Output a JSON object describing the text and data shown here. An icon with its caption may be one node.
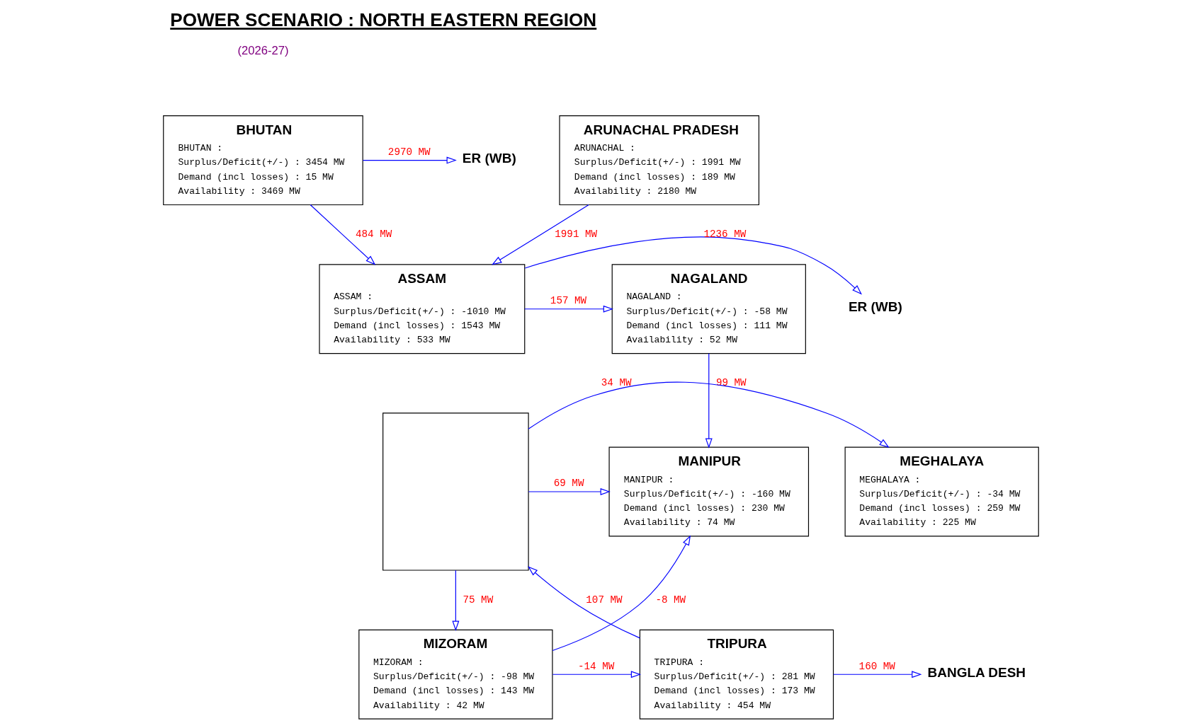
{
  "diagram": {
    "title": "POWER SCENARIO : NORTH EASTERN REGION",
    "nodes": [
      {
        "text": [
          "BHUTAN",
          "BHUTAN :",
          "Surplus/Deficit(+/-) : 3454 MW",
          "Demand (incl losses) : 15 MW",
          "Availability : 3469 MW"
        ]
      },
      {
        "text": [
          "ARUNACHAL PRADESH",
          "ARUNACHAL :",
          "Surplus/Deficit(+/-) : 1991 MW",
          "Demand (incl losses) : 189 MW",
          "Availability : 2180 MW"
        ]
      },
      {
        "text": [
          "ER (WB)"
        ]
      },
      {
        "text": [
          "ER (WB)"
        ]
      },
      {
        "text": [
          "ASSAM",
          "ASSAM :",
          "Surplus/Deficit(+/-) : -1010 MW",
          "Demand (incl losses) : 1543 MW",
          "Availability : 533 MW"
        ]
      },
      {
        "text": [
          "NAGALAND",
          "NAGALAND :",
          "Surplus/Deficit(+/-) : -58 MW",
          "Demand (incl losses) : 111 MW",
          "Availability : 52 MW"
        ]
      },
      {
        "text": [],
        "shape": "box"
      },
      {
        "text": [
          "MEGHALAYA",
          "MEGHALAYA :",
          "Surplus/Deficit(+/-) : -34 MW",
          "Demand (incl losses) : 259 MW",
          "Availability : 225 MW"
        ]
      },
      {
        "text": [
          "MANIPUR",
          "MANIPUR :",
          "Surplus/Deficit(+/-) : -160 MW",
          "Demand (incl losses) : 230 MW",
          "Availability : 74 MW"
        ]
      },
      {
        "text": [
          "BANGLA DESH"
        ]
      },
      {
        "text": [
          "TRIPURA",
          "TRIPURA :",
          "Surplus/Deficit(+/-) : 281 MW",
          "Demand (incl losses) : 173 MW",
          "Availability : 454 MW"
        ]
      },
      {
        "text": [
          "MIZORAM",
          "MIZORAM :",
          "Surplus/Deficit(+/-) : -98 MW",
          "Demand (incl losses) : 143 MW",
          "Availability : 42 MW"
        ]
      }
    ],
    "edges": [
      {
        "from": 0,
        "to": 2,
        "arrow": "to",
        "label": "2970 MW"
      },
      {
        "from": 0,
        "to": 4,
        "arrow": "to",
        "label": "484 MW"
      },
      {
        "from": 1,
        "to": 4,
        "arrow": "to",
        "label": "1991 MW"
      },
      {
        "from": 4,
        "to": 3,
        "arrow": "to",
        "label": "1236 MW"
      },
      {
        "from": 4,
        "to": 5,
        "arrow": "to",
        "label": "157 MW"
      },
      {
        "from": 5,
        "to": 8,
        "arrow": "to",
        "label": "99 MW"
      },
      {
        "from": 6,
        "to": 7,
        "arrow": "to",
        "label": "34 MW"
      },
      {
        "from": 6,
        "to": 8,
        "arrow": "to",
        "label": "69 MW"
      },
      {
        "from": 10,
        "to": 6,
        "arrow": "to",
        "label": "107 MW"
      },
      {
        "from": 6,
        "to": 11,
        "arrow": "to",
        "label": "75 MW"
      },
      {
        "from": 11,
        "to": 8,
        "arrow": "to",
        "label": "-8 MW"
      },
      {
        "from": 11,
        "to": 10,
        "arrow": "to",
        "label": "-14 MW"
      },
      {
        "from": 10,
        "to": 9,
        "arrow": "to",
        "label": "160 MW"
      }
    ],
    "labels": [
      "(2026-27)"
    ]
  }
}
